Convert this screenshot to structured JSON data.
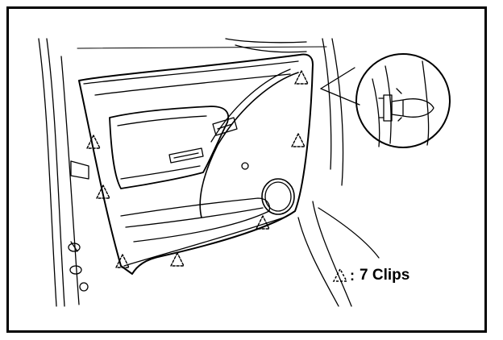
{
  "legend": {
    "symbol": "clip-marker-triangle",
    "separator": ":",
    "label": "7 Clips"
  },
  "callout": {
    "subject": "clip-detail-view"
  },
  "clips": {
    "count": 7
  },
  "colors": {
    "line": "#000000",
    "background": "#ffffff"
  }
}
